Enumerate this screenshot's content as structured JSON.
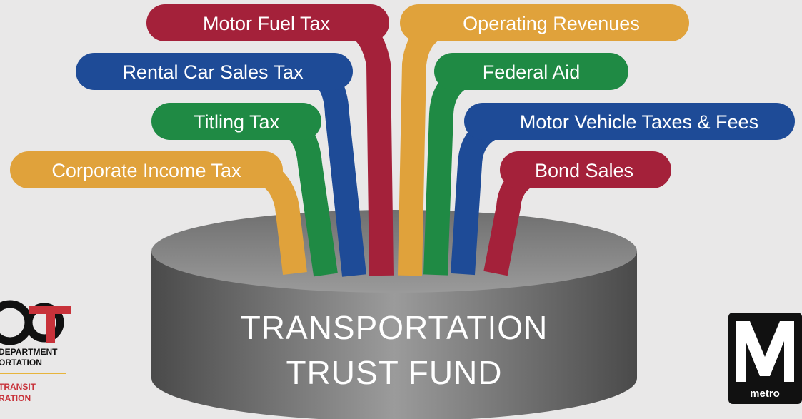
{
  "colors": {
    "background": "#e9e8e8",
    "red": "#a4213a",
    "orange": "#e0a23b",
    "blue": "#1e4b97",
    "green": "#1f8a44",
    "drum": "#7a7a7a",
    "logo_red": "#c8323a",
    "logo_gold": "#e7b43c"
  },
  "funding_sources": [
    {
      "label": "Motor Fuel Tax",
      "color": "red"
    },
    {
      "label": "Rental Car Sales Tax",
      "color": "blue"
    },
    {
      "label": "Titling Tax",
      "color": "green"
    },
    {
      "label": "Corporate Income Tax",
      "color": "orange"
    },
    {
      "label": "Operating Revenues",
      "color": "orange"
    },
    {
      "label": "Federal Aid",
      "color": "green"
    },
    {
      "label": "Motor Vehicle Taxes & Fees",
      "color": "blue"
    },
    {
      "label": "Bond Sales",
      "color": "red"
    }
  ],
  "fund": {
    "line1": "TRANSPORTATION",
    "line2": "TRUST FUND"
  },
  "mdot_logo": {
    "mark": "DOT",
    "line1": "DEPARTMENT",
    "line2": "ORTATION",
    "line3": "TRANSIT",
    "line4": "RATION"
  },
  "metro_logo": {
    "letter": "M",
    "word": "metro"
  }
}
